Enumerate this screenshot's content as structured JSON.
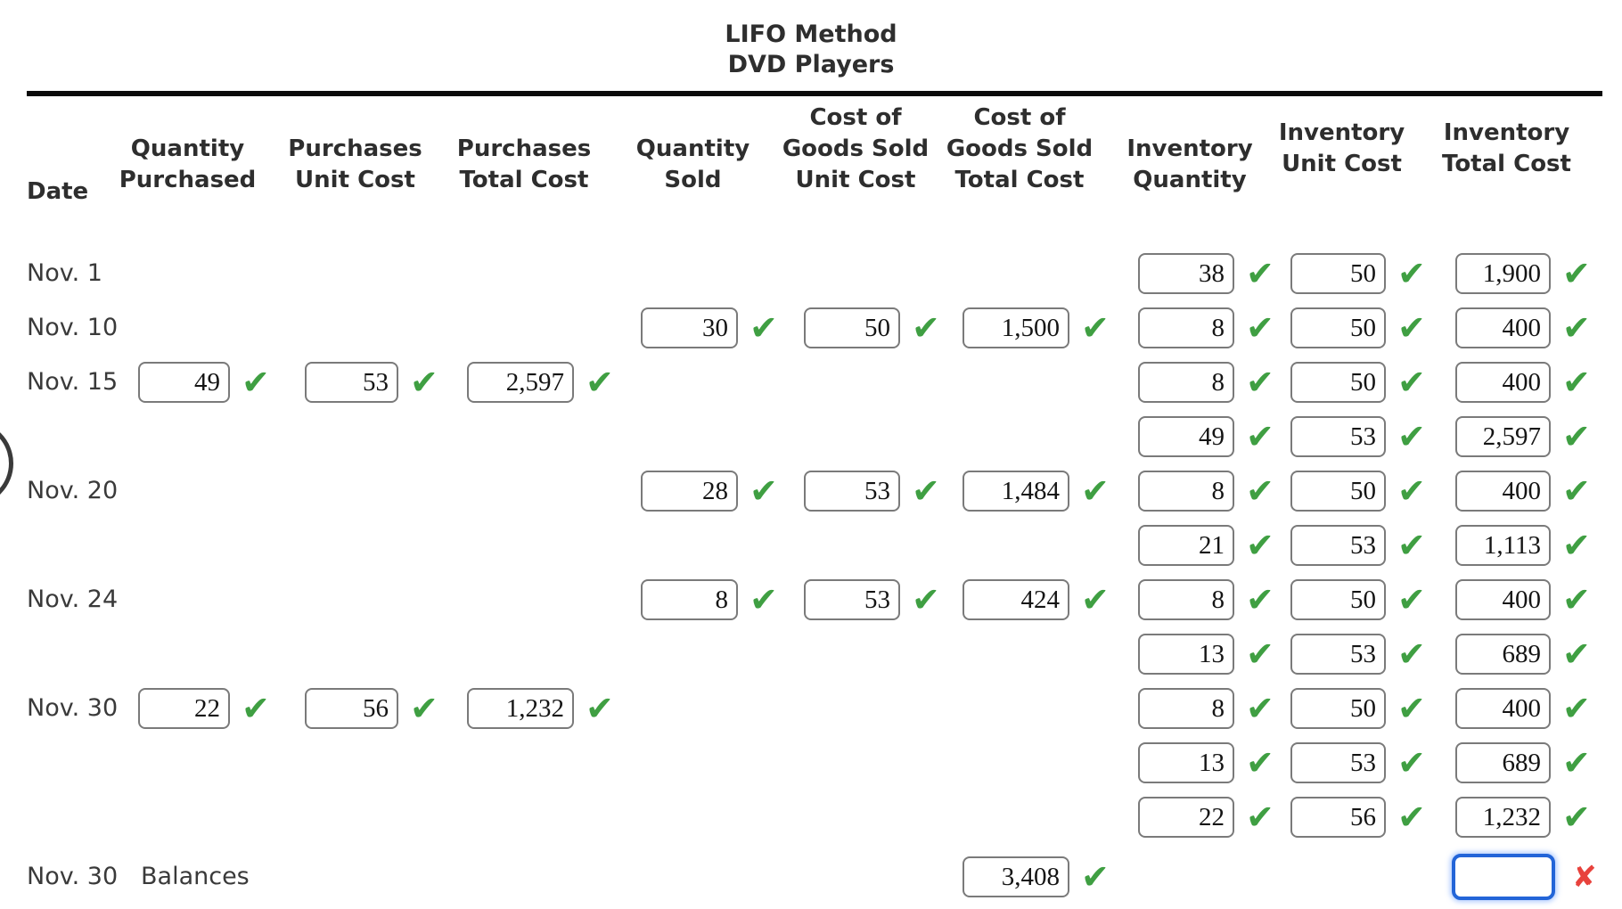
{
  "title": [
    "LIFO Method",
    "DVD Players"
  ],
  "headers": {
    "date": "Date",
    "cols": [
      {
        "key": "pur_qty",
        "lines": [
          "Quantity",
          "Purchased"
        ]
      },
      {
        "key": "pur_unit",
        "lines": [
          "Purchases",
          "Unit Cost"
        ]
      },
      {
        "key": "pur_total",
        "lines": [
          "Purchases",
          "Total Cost"
        ]
      },
      {
        "key": "sold_qty",
        "lines": [
          "Quantity",
          "Sold"
        ]
      },
      {
        "key": "cogs_unit",
        "lines": [
          "Cost of",
          "Goods Sold",
          "Unit Cost"
        ]
      },
      {
        "key": "cogs_total",
        "lines": [
          "Cost of",
          "Goods Sold",
          "Total Cost"
        ]
      },
      {
        "key": "inv_qty",
        "lines": [
          "Inventory",
          "Quantity"
        ]
      },
      {
        "key": "inv_unit",
        "lines": [
          "Inventory",
          "Unit Cost"
        ]
      },
      {
        "key": "inv_total",
        "lines": [
          "Inventory",
          "Total Cost"
        ]
      }
    ]
  },
  "rows": [
    {
      "date": "Nov. 1",
      "cells": {
        "inv_qty": {
          "v": "38"
        },
        "inv_unit": {
          "v": "50"
        },
        "inv_total": {
          "v": "1,900"
        }
      }
    },
    {
      "date": "Nov. 10",
      "cells": {
        "sold_qty": {
          "v": "30"
        },
        "cogs_unit": {
          "v": "50"
        },
        "cogs_total": {
          "v": "1,500"
        },
        "inv_qty": {
          "v": "8"
        },
        "inv_unit": {
          "v": "50"
        },
        "inv_total": {
          "v": "400"
        }
      }
    },
    {
      "date": "Nov. 15",
      "cells": {
        "pur_qty": {
          "v": "49"
        },
        "pur_unit": {
          "v": "53"
        },
        "pur_total": {
          "v": "2,597"
        },
        "inv_qty": {
          "v": "8"
        },
        "inv_unit": {
          "v": "50"
        },
        "inv_total": {
          "v": "400"
        }
      }
    },
    {
      "date": "",
      "cells": {
        "inv_qty": {
          "v": "49"
        },
        "inv_unit": {
          "v": "53"
        },
        "inv_total": {
          "v": "2,597"
        }
      }
    },
    {
      "date": "Nov. 20",
      "cells": {
        "sold_qty": {
          "v": "28"
        },
        "cogs_unit": {
          "v": "53"
        },
        "cogs_total": {
          "v": "1,484"
        },
        "inv_qty": {
          "v": "8"
        },
        "inv_unit": {
          "v": "50"
        },
        "inv_total": {
          "v": "400"
        }
      }
    },
    {
      "date": "",
      "cells": {
        "inv_qty": {
          "v": "21"
        },
        "inv_unit": {
          "v": "53"
        },
        "inv_total": {
          "v": "1,113"
        }
      }
    },
    {
      "date": "Nov. 24",
      "cells": {
        "sold_qty": {
          "v": "8"
        },
        "cogs_unit": {
          "v": "53"
        },
        "cogs_total": {
          "v": "424"
        },
        "inv_qty": {
          "v": "8"
        },
        "inv_unit": {
          "v": "50"
        },
        "inv_total": {
          "v": "400"
        }
      }
    },
    {
      "date": "",
      "cells": {
        "inv_qty": {
          "v": "13"
        },
        "inv_unit": {
          "v": "53"
        },
        "inv_total": {
          "v": "689"
        }
      }
    },
    {
      "date": "Nov. 30",
      "cells": {
        "pur_qty": {
          "v": "22"
        },
        "pur_unit": {
          "v": "56"
        },
        "pur_total": {
          "v": "1,232"
        },
        "inv_qty": {
          "v": "8"
        },
        "inv_unit": {
          "v": "50"
        },
        "inv_total": {
          "v": "400"
        }
      }
    },
    {
      "date": "",
      "cells": {
        "inv_qty": {
          "v": "13"
        },
        "inv_unit": {
          "v": "53"
        },
        "inv_total": {
          "v": "689"
        }
      }
    },
    {
      "date": "",
      "cells": {
        "inv_qty": {
          "v": "22"
        },
        "inv_unit": {
          "v": "56"
        },
        "inv_total": {
          "v": "1,232"
        }
      }
    },
    {
      "date": "Nov. 30",
      "label2": "Balances",
      "cells": {
        "cogs_total": {
          "v": "3,408"
        },
        "inv_total": {
          "v": "",
          "s": "cross",
          "focused": true
        }
      }
    }
  ],
  "icons": {
    "check": "✔",
    "cross": "✘"
  },
  "colors": {
    "check": "#3f9f42",
    "cross": "#e8423c",
    "focus_border": "#2365d8"
  }
}
